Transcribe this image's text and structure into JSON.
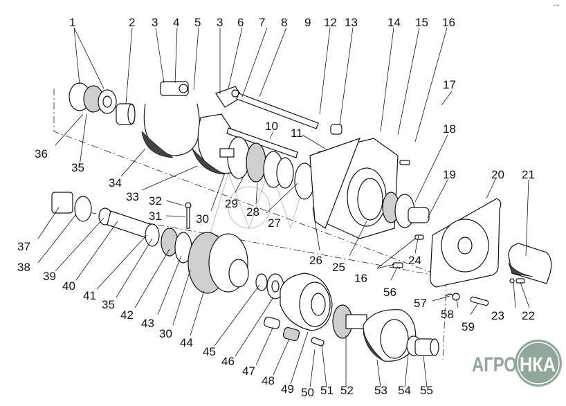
{
  "diagram": {
    "title": "Exploded parts view — gearbox / PTO assembly",
    "watermark_logo": {
      "left_text": "АГРО",
      "right_text": "НКА",
      "color": "#8fa89a"
    },
    "corner_mark": "▪ ▪▪▪",
    "callouts": [
      {
        "id": "c1",
        "label": "1"
      },
      {
        "id": "c2",
        "label": "2"
      },
      {
        "id": "c3a",
        "label": "3"
      },
      {
        "id": "c4",
        "label": "4"
      },
      {
        "id": "c5",
        "label": "5"
      },
      {
        "id": "c3b",
        "label": "3"
      },
      {
        "id": "c6",
        "label": "6"
      },
      {
        "id": "c7",
        "label": "7"
      },
      {
        "id": "c8",
        "label": "8"
      },
      {
        "id": "c9",
        "label": "9"
      },
      {
        "id": "c12",
        "label": "12"
      },
      {
        "id": "c13",
        "label": "13"
      },
      {
        "id": "c14",
        "label": "14"
      },
      {
        "id": "c15",
        "label": "15"
      },
      {
        "id": "c16a",
        "label": "16"
      },
      {
        "id": "c17",
        "label": "17"
      },
      {
        "id": "c18",
        "label": "18"
      },
      {
        "id": "c19",
        "label": "19"
      },
      {
        "id": "c20",
        "label": "20"
      },
      {
        "id": "c21",
        "label": "21"
      },
      {
        "id": "c10",
        "label": "10"
      },
      {
        "id": "c11",
        "label": "11"
      },
      {
        "id": "c36",
        "label": "36"
      },
      {
        "id": "c35a",
        "label": "35"
      },
      {
        "id": "c34",
        "label": "34"
      },
      {
        "id": "c33",
        "label": "33"
      },
      {
        "id": "c32",
        "label": "32"
      },
      {
        "id": "c31",
        "label": "31"
      },
      {
        "id": "c30a",
        "label": "30"
      },
      {
        "id": "c29",
        "label": "29"
      },
      {
        "id": "c28",
        "label": "28"
      },
      {
        "id": "c27",
        "label": "27"
      },
      {
        "id": "c26",
        "label": "26"
      },
      {
        "id": "c25",
        "label": "25"
      },
      {
        "id": "c24",
        "label": "24"
      },
      {
        "id": "c16b",
        "label": "16"
      },
      {
        "id": "c56",
        "label": "56"
      },
      {
        "id": "c57",
        "label": "57"
      },
      {
        "id": "c58",
        "label": "58"
      },
      {
        "id": "c59",
        "label": "59"
      },
      {
        "id": "c23",
        "label": "23"
      },
      {
        "id": "c22",
        "label": "22"
      },
      {
        "id": "c37",
        "label": "37"
      },
      {
        "id": "c38",
        "label": "38"
      },
      {
        "id": "c39",
        "label": "39"
      },
      {
        "id": "c40",
        "label": "40"
      },
      {
        "id": "c41",
        "label": "41"
      },
      {
        "id": "c35b",
        "label": "35"
      },
      {
        "id": "c42",
        "label": "42"
      },
      {
        "id": "c43",
        "label": "43"
      },
      {
        "id": "c30b",
        "label": "30"
      },
      {
        "id": "c44",
        "label": "44"
      },
      {
        "id": "c45",
        "label": "45"
      },
      {
        "id": "c46",
        "label": "46"
      },
      {
        "id": "c47",
        "label": "47"
      },
      {
        "id": "c48",
        "label": "48"
      },
      {
        "id": "c49",
        "label": "49"
      },
      {
        "id": "c50",
        "label": "50"
      },
      {
        "id": "c51",
        "label": "51"
      },
      {
        "id": "c52",
        "label": "52"
      },
      {
        "id": "c53",
        "label": "53"
      },
      {
        "id": "c54",
        "label": "54"
      },
      {
        "id": "c55",
        "label": "55"
      }
    ]
  }
}
